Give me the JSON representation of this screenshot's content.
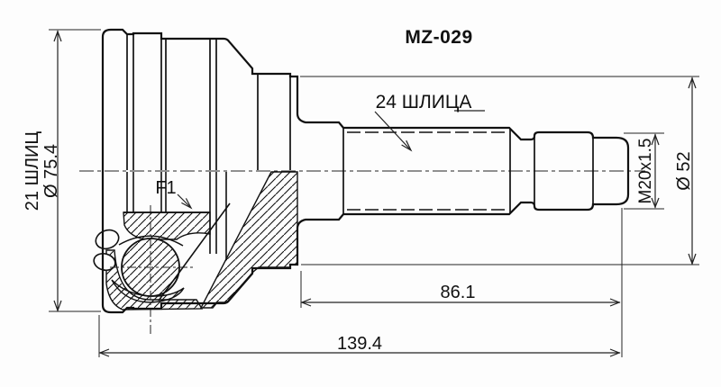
{
  "drawing": {
    "part_number": "MZ-029",
    "shaft_splines_label": "24 ШЛИЦА",
    "outer_splines_label": "21 ШЛИЦ",
    "outer_diameter_label": "Ø 75.4",
    "ring_groove_label": "F1",
    "thread_label": "M20x1.5",
    "flange_diameter_label": "Ø 52",
    "shaft_length_dim": "86.1",
    "overall_length_dim": "139.4"
  }
}
